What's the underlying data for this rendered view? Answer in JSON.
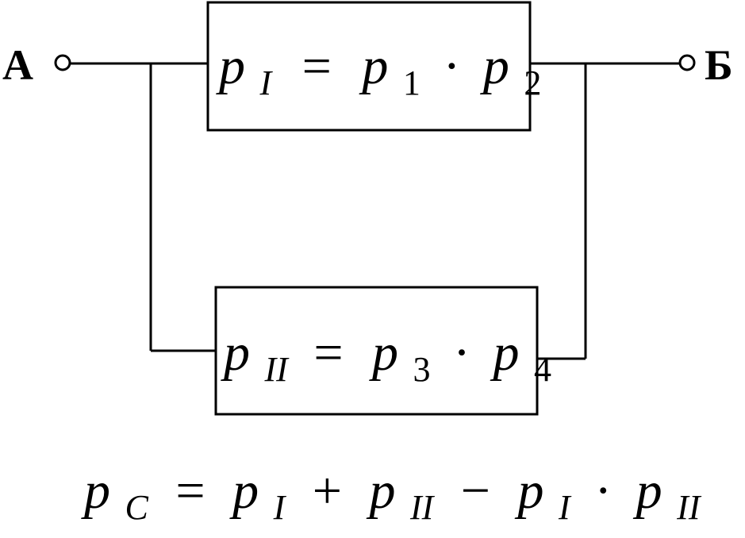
{
  "nodes": {
    "input": "A",
    "output": "Б"
  },
  "block_top": {
    "lhs": {
      "var": "p",
      "sub": "I"
    },
    "rhs": [
      {
        "var": "p",
        "sub": "1"
      },
      {
        "var": "p",
        "sub": "2"
      }
    ],
    "eq": "=",
    "dot": "·"
  },
  "block_bottom": {
    "lhs": {
      "var": "p",
      "sub": "II"
    },
    "rhs": [
      {
        "var": "p",
        "sub": "3"
      },
      {
        "var": "p",
        "sub": "4"
      }
    ],
    "eq": "=",
    "dot": "·"
  },
  "formula": {
    "lhs": {
      "var": "p",
      "sub": "C"
    },
    "eq": "=",
    "plus": "+",
    "minus": "−",
    "dot": "·",
    "t1": {
      "var": "p",
      "sub": "I"
    },
    "t2": {
      "var": "p",
      "sub": "II"
    },
    "t3": {
      "var": "p",
      "sub": "I"
    },
    "t4": {
      "var": "p",
      "sub": "II"
    }
  }
}
